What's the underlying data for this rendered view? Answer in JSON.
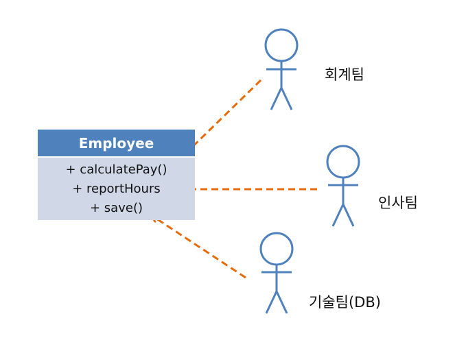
{
  "class": {
    "name": "Employee",
    "methods": [
      "+ calculatePay()",
      "+ reportHours",
      "+ save()"
    ]
  },
  "actors": [
    {
      "label": "회계팀",
      "icon": "stick-figure-icon"
    },
    {
      "label": "인사팀",
      "icon": "stick-figure-icon"
    },
    {
      "label": "기술팀(DB)",
      "icon": "stick-figure-icon"
    }
  ],
  "colors": {
    "class_header": "#4f81bd",
    "class_body": "#d0d8e8",
    "actor_stroke": "#4f81bd",
    "arrow": "#e46c0a"
  }
}
